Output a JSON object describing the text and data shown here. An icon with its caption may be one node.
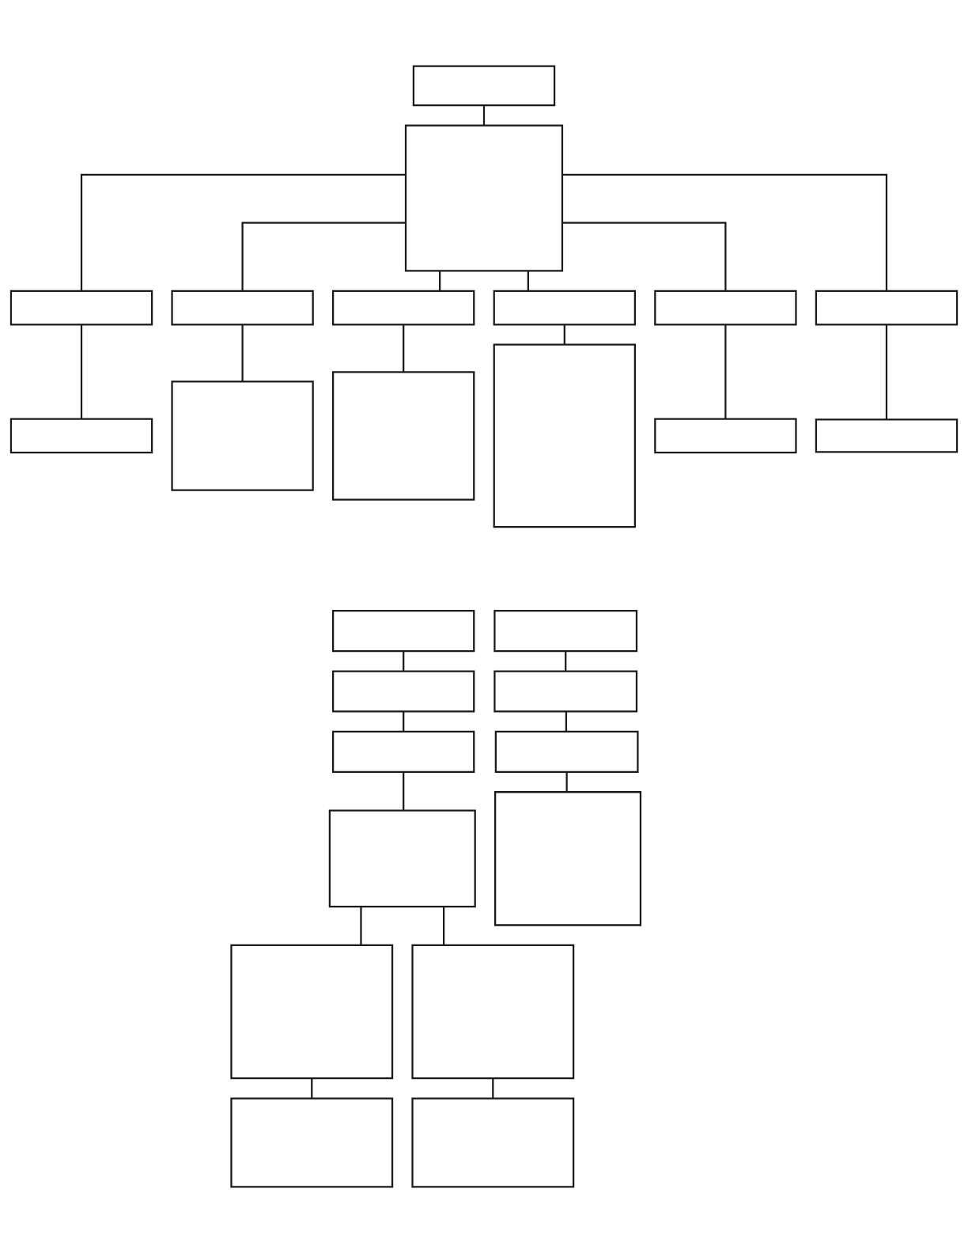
{
  "diagram": {
    "nodes": [
      {
        "text": [],
        "shape": "box"
      },
      {
        "text": [],
        "shape": "box"
      },
      {
        "text": [],
        "shape": "box"
      },
      {
        "text": [],
        "shape": "box"
      },
      {
        "text": [],
        "shape": "box"
      },
      {
        "text": [],
        "shape": "box"
      },
      {
        "text": [],
        "shape": "box"
      },
      {
        "text": [],
        "shape": "box"
      },
      {
        "text": [],
        "shape": "box"
      },
      {
        "text": [],
        "shape": "box"
      },
      {
        "text": [],
        "shape": "box"
      },
      {
        "text": [],
        "shape": "box"
      },
      {
        "text": [],
        "shape": "box"
      },
      {
        "text": [],
        "shape": "box"
      },
      {
        "text": [],
        "shape": "box"
      },
      {
        "text": [],
        "shape": "box"
      },
      {
        "text": [],
        "shape": "box"
      },
      {
        "text": [],
        "shape": "box"
      },
      {
        "text": [],
        "shape": "box"
      },
      {
        "text": [],
        "shape": "box"
      },
      {
        "text": [],
        "shape": "box"
      },
      {
        "text": [],
        "shape": "box"
      },
      {
        "text": [],
        "shape": "box"
      },
      {
        "text": [],
        "shape": "box"
      },
      {
        "text": [],
        "shape": "box"
      },
      {
        "text": [],
        "shape": "box"
      }
    ],
    "edges": [
      {
        "from": 0,
        "to": 1,
        "arrow": "none"
      },
      {
        "from": 1,
        "to": 2,
        "arrow": "none"
      },
      {
        "from": 1,
        "to": 3,
        "arrow": "none"
      },
      {
        "from": 1,
        "to": 4,
        "arrow": "none"
      },
      {
        "from": 1,
        "to": 5,
        "arrow": "none"
      },
      {
        "from": 1,
        "to": 6,
        "arrow": "none"
      },
      {
        "from": 1,
        "to": 7,
        "arrow": "none"
      },
      {
        "from": 2,
        "to": 8,
        "arrow": "none"
      },
      {
        "from": 3,
        "to": 9,
        "arrow": "none"
      },
      {
        "from": 4,
        "to": 10,
        "arrow": "none"
      },
      {
        "from": 5,
        "to": 11,
        "arrow": "none"
      },
      {
        "from": 6,
        "to": 12,
        "arrow": "none"
      },
      {
        "from": 7,
        "to": 13,
        "arrow": "none"
      },
      {
        "from": 14,
        "to": 15,
        "arrow": "none"
      },
      {
        "from": 15,
        "to": 16,
        "arrow": "none"
      },
      {
        "from": 16,
        "to": 17,
        "arrow": "none"
      },
      {
        "from": 17,
        "to": 18,
        "arrow": "none"
      },
      {
        "from": 17,
        "to": 19,
        "arrow": "none"
      },
      {
        "from": 18,
        "to": 20,
        "arrow": "none"
      },
      {
        "from": 19,
        "to": 21,
        "arrow": "none"
      },
      {
        "from": 22,
        "to": 23,
        "arrow": "none"
      },
      {
        "from": 23,
        "to": 24,
        "arrow": "none"
      },
      {
        "from": 24,
        "to": 25,
        "arrow": "none"
      }
    ]
  }
}
